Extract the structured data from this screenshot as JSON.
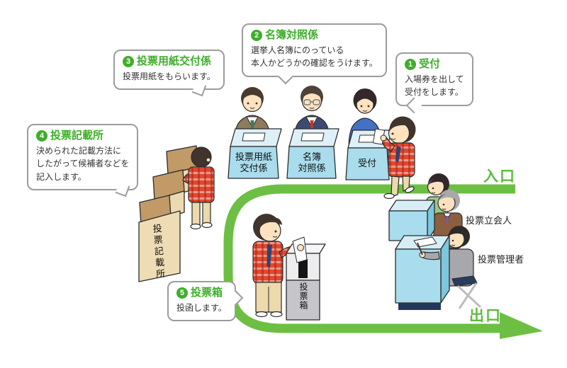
{
  "steps": {
    "s1": {
      "num": "1",
      "title": "受付",
      "line1": "入場券を出して",
      "line2": "受付をします。"
    },
    "s2": {
      "num": "2",
      "title": "名簿対照係",
      "line1": "選挙人名簿にのっている",
      "line2": "本人かどうかの確認をうけます。"
    },
    "s3": {
      "num": "3",
      "title": "投票用紙交付係",
      "line1": "投票用紙をもらいます。"
    },
    "s4": {
      "num": "4",
      "title": "投票記載所",
      "line1": "決められた記載方法に",
      "line2": "したがって候補者などを",
      "line3": "記入します。"
    },
    "s5": {
      "num": "5",
      "title": "投票箱",
      "line1": "投函します。"
    }
  },
  "desks": {
    "issuing_line1": "投票用紙",
    "issuing_line2": "交付係",
    "register_line1": "名簿",
    "register_line2": "対照係",
    "reception": "受付"
  },
  "signs": {
    "entrance": "入口",
    "exit": "出口"
  },
  "roles": {
    "observer": "投票立会人",
    "manager": "投票管理者"
  },
  "booth_label": "投票記載所",
  "ballot_box_label": "投票箱",
  "colors": {
    "flow_green": "#6cbf43",
    "title_green": "#3fae2a",
    "desk_blue": "#a9dcec"
  }
}
